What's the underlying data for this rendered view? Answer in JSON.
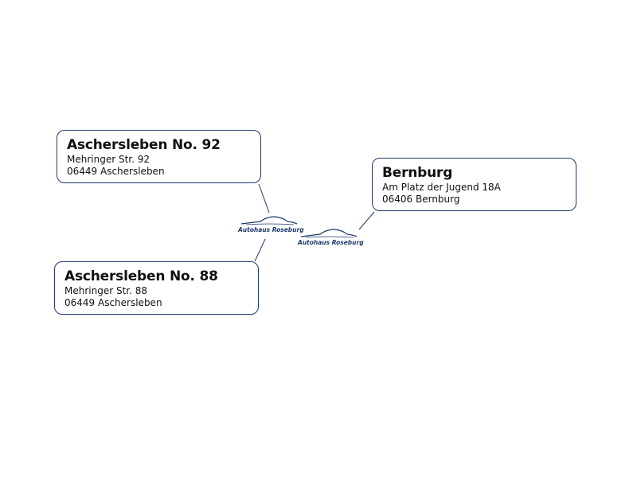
{
  "colors": {
    "accent": "#1d3a6b"
  },
  "locations": [
    {
      "title": "Aschersleben No. 92",
      "street": "Mehringer Str. 92",
      "city": "06449 Aschersleben"
    },
    {
      "title": "Aschersleben No. 88",
      "street": "Mehringer Str. 88",
      "city": "06449 Aschersleben"
    },
    {
      "title": "Bernburg",
      "street": "Am Platz der Jugend 18A",
      "city": "06406 Bernburg"
    }
  ],
  "logo": {
    "text": "Autohaus Roseburg"
  }
}
